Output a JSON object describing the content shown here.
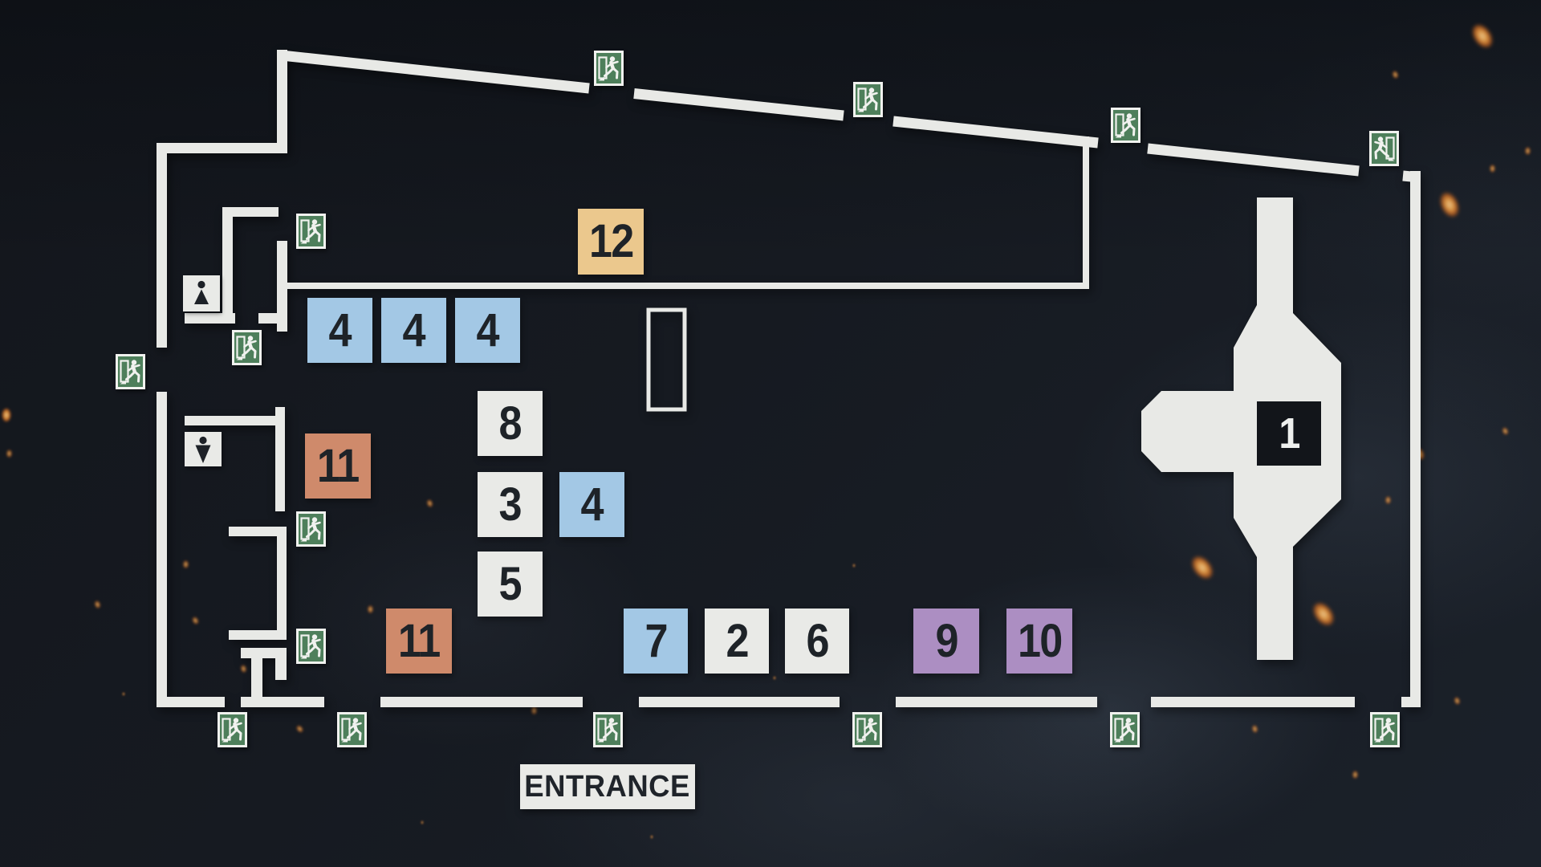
{
  "scene": {
    "type": "evacuation-floor-plan"
  },
  "entrance": {
    "label": "ENTRANCE"
  },
  "booths": [
    {
      "label": "12",
      "color": "yellow"
    },
    {
      "label": "4",
      "color": "blue"
    },
    {
      "label": "4",
      "color": "blue"
    },
    {
      "label": "4",
      "color": "blue"
    },
    {
      "label": "8",
      "color": "white"
    },
    {
      "label": "11",
      "color": "orange"
    },
    {
      "label": "3",
      "color": "white"
    },
    {
      "label": "4",
      "color": "blue"
    },
    {
      "label": "5",
      "color": "white"
    },
    {
      "label": "11",
      "color": "orange"
    },
    {
      "label": "7",
      "color": "blue"
    },
    {
      "label": "2",
      "color": "white"
    },
    {
      "label": "6",
      "color": "white"
    },
    {
      "label": "9",
      "color": "purple"
    },
    {
      "label": "10",
      "color": "purple"
    },
    {
      "label": "1",
      "color": "black"
    }
  ],
  "restrooms": [
    {
      "type": "female"
    },
    {
      "type": "male"
    }
  ],
  "exit_signs": {
    "count": 15,
    "icon": "running-man-exit"
  },
  "palette": {
    "background": "#161a21",
    "wall": "#e8e9e6",
    "booth_blue": "#a3c8e5",
    "booth_white": "#e9eae7",
    "booth_orange": "#cf8a6b",
    "booth_purple": "#ac8ec2",
    "booth_yellow": "#ebc88d",
    "booth_black": "#12151a",
    "number_dark": "#1e2328",
    "number_light": "#eef0ee",
    "exit_green": "#4e7f5b",
    "ember": "#f2a74b"
  }
}
